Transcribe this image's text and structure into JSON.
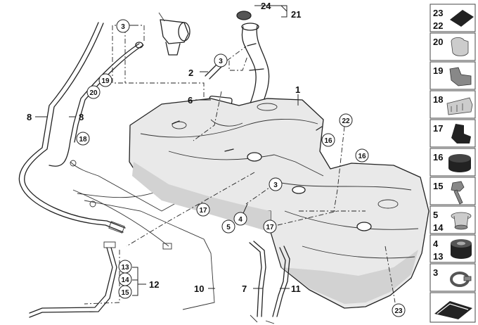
{
  "callouts": {
    "c1": "1",
    "c2": "2",
    "c3a": "3",
    "c3b": "3",
    "c3c": "3",
    "c4": "4",
    "c5": "5",
    "c6": "6",
    "c7": "7",
    "c8a": "8",
    "c8b": "8",
    "c10": "10",
    "c11": "11",
    "c12": "12",
    "c13": "13",
    "c14": "14",
    "c15": "15",
    "c16a": "16",
    "c16b": "16",
    "c17a": "17",
    "c17b": "17",
    "c18": "18",
    "c19": "19",
    "c20": "20",
    "c21": "21",
    "c22": "22",
    "c23": "23",
    "c24": "24"
  },
  "side_panel": {
    "cells": [
      {
        "top": "23",
        "bottom": "22",
        "icon": "pad-icon"
      },
      {
        "top": "20",
        "bottom": "",
        "icon": "clip-icon"
      },
      {
        "top": "19",
        "bottom": "",
        "icon": "bracket-clip-icon"
      },
      {
        "top": "18",
        "bottom": "",
        "icon": "multi-clip-icon"
      },
      {
        "top": "17",
        "bottom": "",
        "icon": "rubber-block-icon"
      },
      {
        "top": "16",
        "bottom": "",
        "icon": "rubber-buffer-icon"
      },
      {
        "top": "15",
        "bottom": "",
        "icon": "screw-icon"
      },
      {
        "top": "5",
        "bottom": "14",
        "icon": "bushing-icon"
      },
      {
        "top": "4",
        "bottom": "13",
        "icon": "grommet-icon"
      },
      {
        "top": "3",
        "bottom": "",
        "icon": "hose-clamp-icon"
      },
      {
        "top": "",
        "bottom": "",
        "icon": "fuel-tank-silhouette-icon"
      }
    ]
  }
}
